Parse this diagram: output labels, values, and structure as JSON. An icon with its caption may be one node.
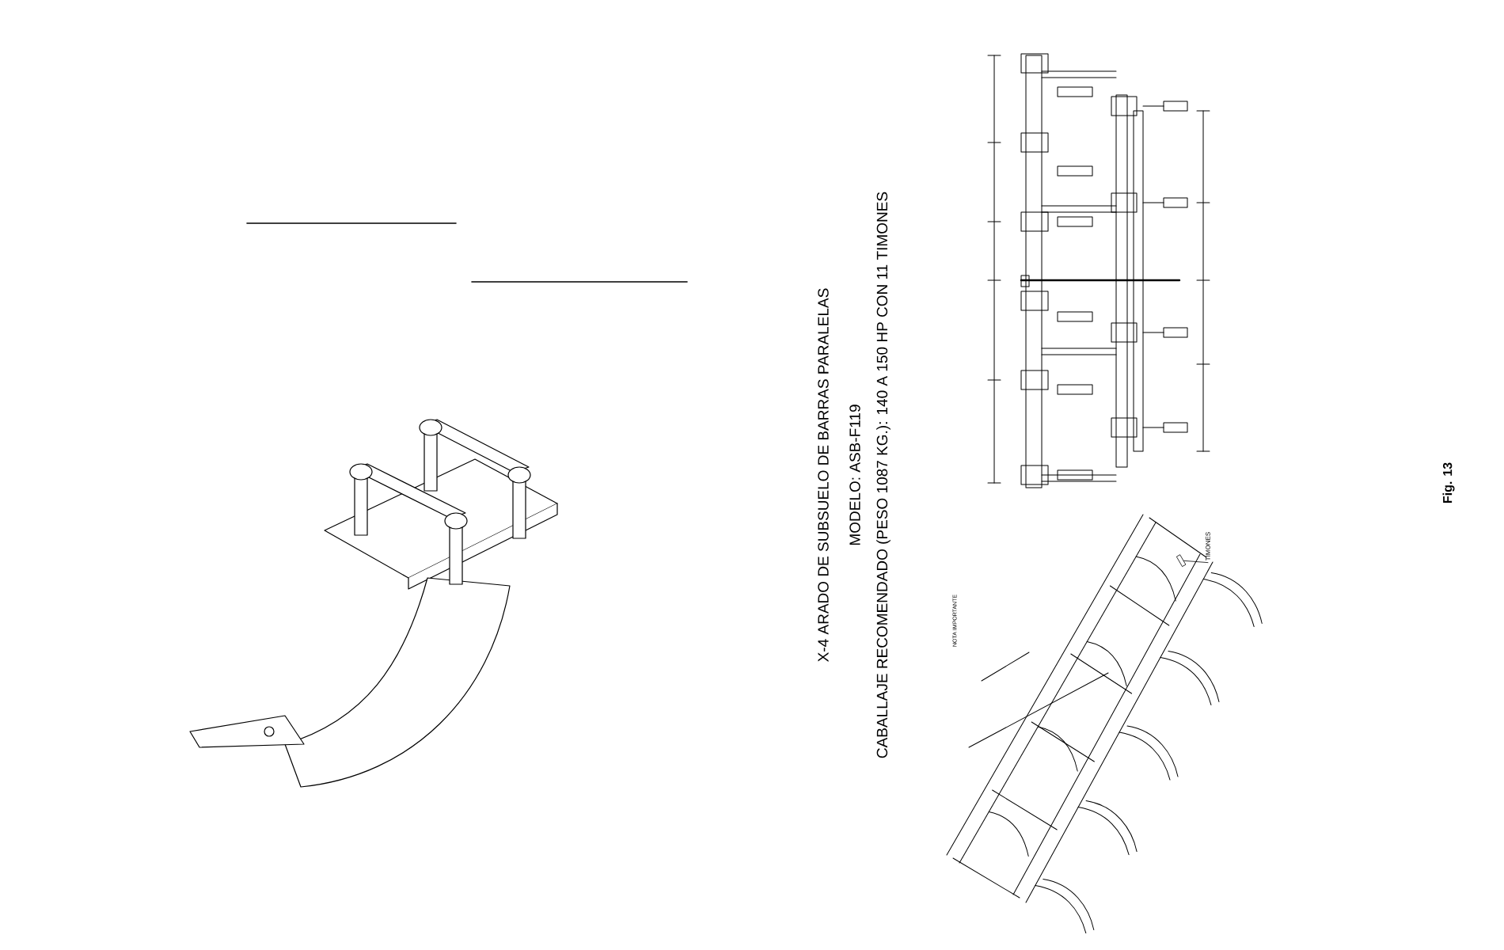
{
  "diagram": {
    "nodes": [
      {
        "text": [
          "TIMONES"
        ]
      },
      {
        "text": [],
        "shape": "bar"
      }
    ],
    "edges": [
      {
        "from": 0,
        "to": 1,
        "arrow": "none"
      }
    ],
    "labels": [
      "X-4 ARADO DE SUBSUELO DE BARRAS PARALELAS",
      "MODELO: ASB-F119",
      "CABALLAJE RECOMENDADO (PESO 1087 KG.): 140 A 150 HP CON 11 TIMONES",
      "NOTA IMPORTANTE",
      "Fig. 13"
    ]
  }
}
